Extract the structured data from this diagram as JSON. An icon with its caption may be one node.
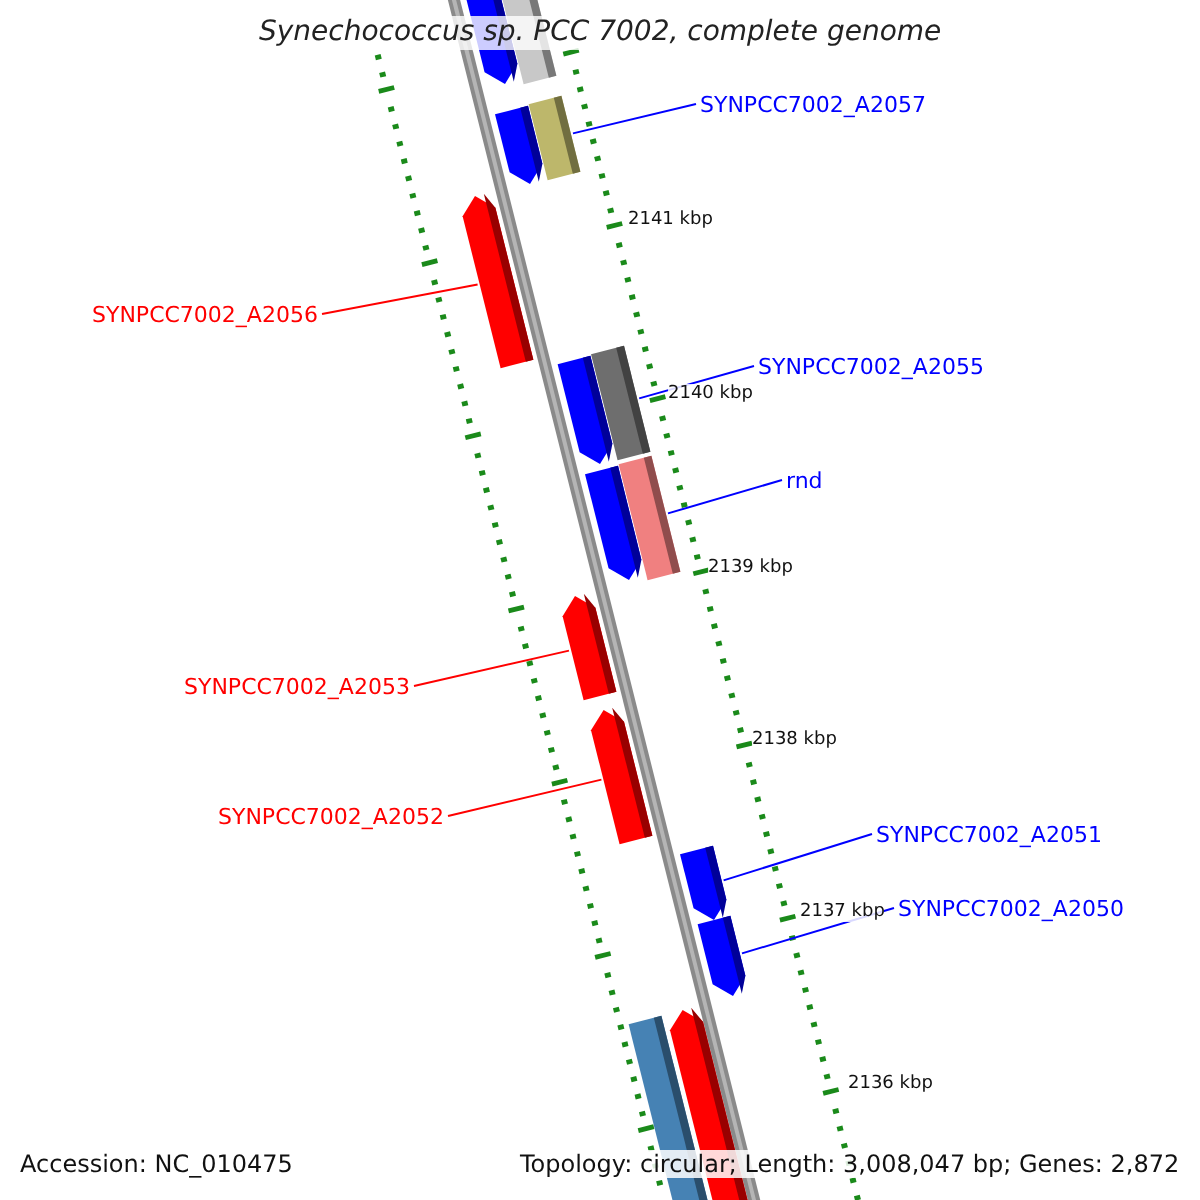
{
  "diagram": {
    "title": "Synechococcus sp. PCC 7002, complete genome",
    "nodes": [
      {
        "text": [],
        "shape": "bar"
      },
      {
        "text": [],
        "shape": "bar"
      },
      {
        "text": [
          "SYNPCC7002_A2057"
        ]
      },
      {
        "text": [],
        "shape": "bar"
      },
      {
        "text": [],
        "shape": "bar"
      },
      {
        "text": [],
        "shape": "bar"
      },
      {
        "text": [
          "SYNPCC7002_A2056"
        ]
      },
      {
        "text": [],
        "shape": "bar"
      },
      {
        "text": [],
        "shape": "bar"
      },
      {
        "text": [
          "SYNPCC7002_A2055"
        ]
      },
      {
        "text": [],
        "shape": "bar"
      },
      {
        "text": [],
        "shape": "bar"
      },
      {
        "text": [
          "rnd"
        ]
      },
      {
        "text": [],
        "shape": "bar"
      },
      {
        "text": [
          "SYNPCC7002_A2053"
        ]
      },
      {
        "text": [],
        "shape": "bar"
      },
      {
        "text": [
          "SYNPCC7002_A2052"
        ]
      },
      {
        "text": [
          "SYNPCC7002_A2051"
        ]
      },
      {
        "text": [],
        "shape": "bar"
      },
      {
        "text": [
          "SYNPCC7002_A2050"
        ]
      },
      {
        "text": [],
        "shape": "bar"
      },
      {
        "text": [],
        "shape": "bar"
      },
      {
        "text": [],
        "shape": "bar"
      }
    ],
    "edges": [
      {
        "from": 2,
        "to": 4,
        "arrow": "none"
      },
      {
        "from": 6,
        "to": 5,
        "arrow": "none",
        "color": "#ff0000"
      },
      {
        "from": 9,
        "to": 7,
        "arrow": "none"
      },
      {
        "from": 12,
        "to": 10,
        "arrow": "none"
      },
      {
        "from": 14,
        "to": 13,
        "arrow": "none",
        "color": "#ff0000"
      },
      {
        "from": 16,
        "to": 15,
        "arrow": "none",
        "color": "#ff0000"
      },
      {
        "from": 17,
        "to": 18,
        "arrow": "none"
      },
      {
        "from": 19,
        "to": 20,
        "arrow": "none"
      }
    ],
    "labels": [
      "2141 kbp",
      "2140 kbp",
      "2139 kbp",
      "2138 kbp",
      "2137 kbp",
      "2136 kbp",
      "Accession: NC_010475",
      "Topology: circular; Length: 3,008,047 bp; Genes: 2,872"
    ]
  }
}
